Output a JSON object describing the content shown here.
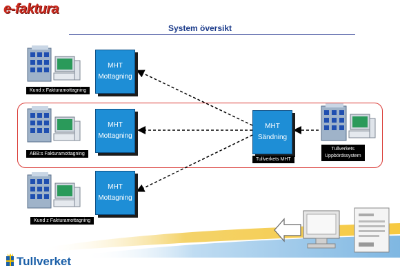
{
  "logo": {
    "text": "e-faktura"
  },
  "title": "System översikt",
  "receivers": [
    {
      "box": {
        "line1": "MHT",
        "line2": "Mottagning"
      },
      "label": "Kund x Fakturamottagning"
    },
    {
      "box": {
        "line1": "MHT",
        "line2": "Mottagning"
      },
      "label": "ABB:s Fakturamottagning"
    },
    {
      "box": {
        "line1": "MHT",
        "line2": "Mottagning"
      },
      "label": "Kund z Fakturamottagning"
    }
  ],
  "sender": {
    "box": {
      "line1": "MHT",
      "line2": "Sändning"
    },
    "label": "Tullverkets MHT"
  },
  "source": {
    "label_line1": "Tullverkets",
    "label_line2": "Uppbördssystem"
  },
  "footer": {
    "brand": "Tullverket"
  },
  "colors": {
    "box": "#1e8ed6",
    "group_border": "#d8332e",
    "title": "#1a3a8a",
    "logo": "#cc2a1e"
  }
}
